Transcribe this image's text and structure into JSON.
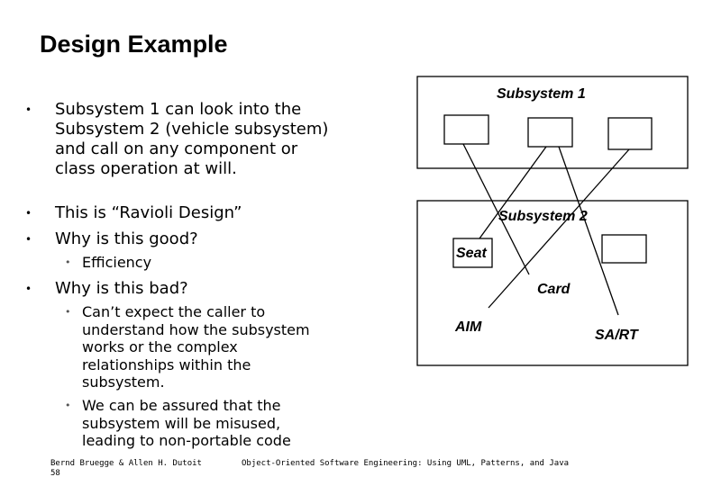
{
  "title": "Design Example",
  "bullets": [
    {
      "text": "Subsystem 1 can look into the Subsystem 2 (vehicle subsystem) and call on any component or class operation at will."
    },
    {
      "text": "This is “Ravioli Design”"
    },
    {
      "text": "Why is this good?",
      "sub": [
        "Efficiency"
      ]
    },
    {
      "text": "Why is this bad?",
      "sub": [
        "Can’t expect the caller to understand how the subsystem works or the complex relationships within the subsystem.",
        "We can be assured that the subsystem will be misused, leading to non-portable code"
      ]
    }
  ],
  "diagram": {
    "subsystem1_label": "Subsystem 1",
    "subsystem2_label": "Subsystem 2",
    "components": [
      "Seat",
      "Card",
      "AIM",
      "SA/RT"
    ]
  },
  "footer": {
    "authors": "Bernd Bruegge & Allen H. Dutoit",
    "page": "58",
    "course": "Object-Oriented Software Engineering: Using UML, Patterns, and Java"
  }
}
